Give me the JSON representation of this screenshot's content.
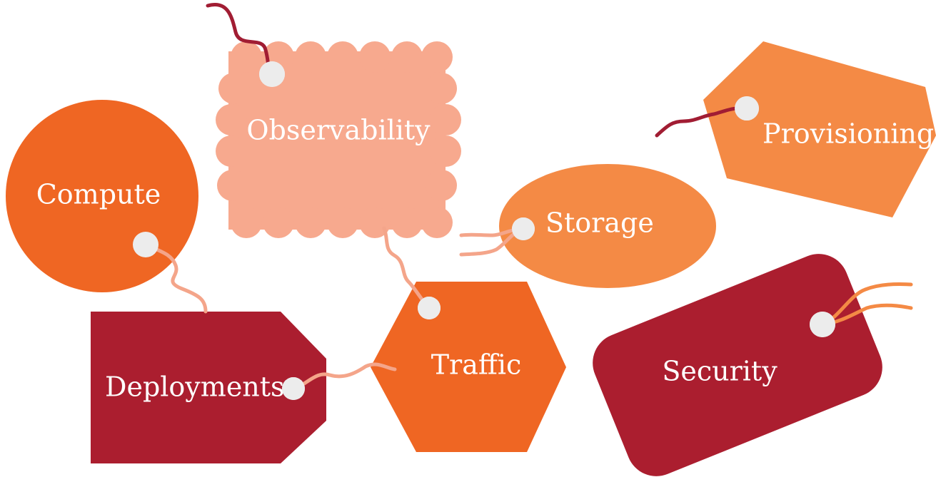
{
  "colors": {
    "deep_orange": "#ef6623",
    "light_orange": "#f48a45",
    "salmon": "#f7a98e",
    "crimson": "#ab1e2f",
    "string_maroon": "#a11d33",
    "string_pink": "#f4a58a",
    "hole": "#ececec"
  },
  "tags": [
    {
      "id": "compute",
      "label": "Compute",
      "shape": "circle",
      "color": "deep_orange"
    },
    {
      "id": "observability",
      "label": "Observability",
      "shape": "scalloped-rectangle",
      "color": "salmon"
    },
    {
      "id": "provisioning",
      "label": "Provisioning",
      "shape": "price-tag",
      "color": "light_orange"
    },
    {
      "id": "storage",
      "label": "Storage",
      "shape": "ellipse",
      "color": "light_orange"
    },
    {
      "id": "deployments",
      "label": "Deployments",
      "shape": "price-tag",
      "color": "crimson"
    },
    {
      "id": "traffic",
      "label": "Traffic",
      "shape": "hexagon",
      "color": "deep_orange"
    },
    {
      "id": "security",
      "label": "Security",
      "shape": "rounded-rectangle",
      "color": "crimson"
    }
  ]
}
